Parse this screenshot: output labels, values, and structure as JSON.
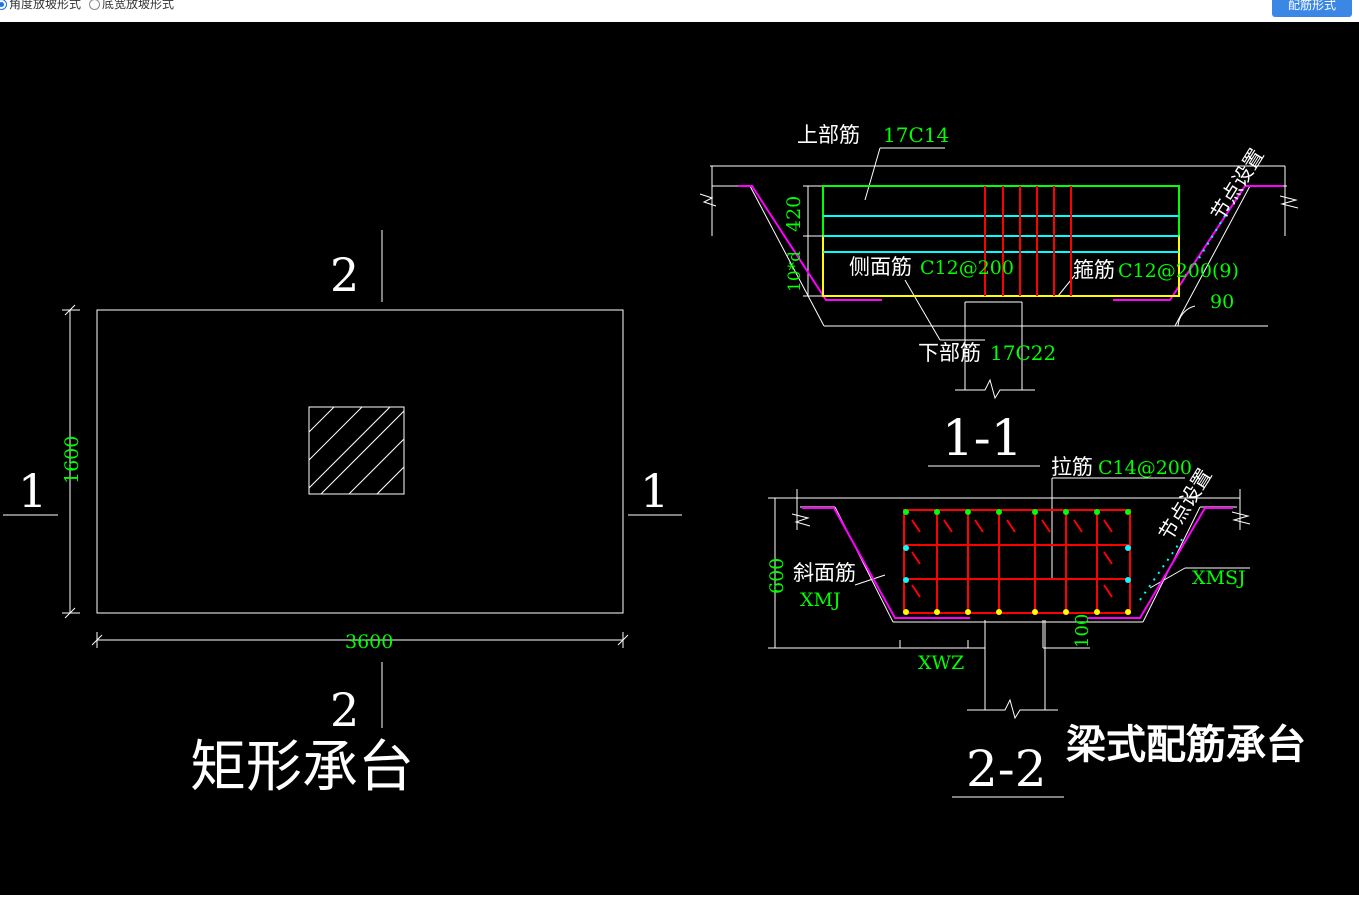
{
  "toolbar": {
    "radio_options": [
      "角度放坡形式",
      "底宽放坡形式"
    ],
    "selected_option": "角度放坡形式",
    "action_button": "配筋形式"
  },
  "drawing": {
    "left_title": "矩形承台",
    "right_title": "梁式配筋承台",
    "plan": {
      "width_dim": "3600",
      "height_dim": "1600",
      "section_1_label": "1",
      "section_2_label": "2"
    },
    "section_1_1": {
      "title": "1-1",
      "top_rebar_label": "上部筋",
      "top_rebar_value": "17C14",
      "side_rebar_label": "侧面筋",
      "side_rebar_value": "C12@200",
      "stirrup_label": "箍筋",
      "stirrup_value": "C12@200(9)",
      "bottom_rebar_label": "下部筋",
      "bottom_rebar_value": "17C22",
      "node_setting": "节点设置",
      "dim_420": "420",
      "dim_10d": "10*d",
      "angle": "90"
    },
    "section_2_2": {
      "title": "2-2",
      "tie_label": "拉筋",
      "tie_value": "C14@200",
      "slope_label": "斜面筋",
      "xmj": "XMJ",
      "xmsj": "XMSJ",
      "xwz": "XWZ",
      "node_setting": "节点设置",
      "dim_600": "600",
      "dim_100": "100"
    }
  },
  "colors": {
    "background": "#000000",
    "line": "#ffffff",
    "green_text": "#00ff00",
    "magenta": "#ff00ff",
    "cyan": "#00ffff",
    "red": "#ff0000",
    "yellow": "#ffff00",
    "green_line": "#00ff00",
    "button": "#3b87e6"
  }
}
